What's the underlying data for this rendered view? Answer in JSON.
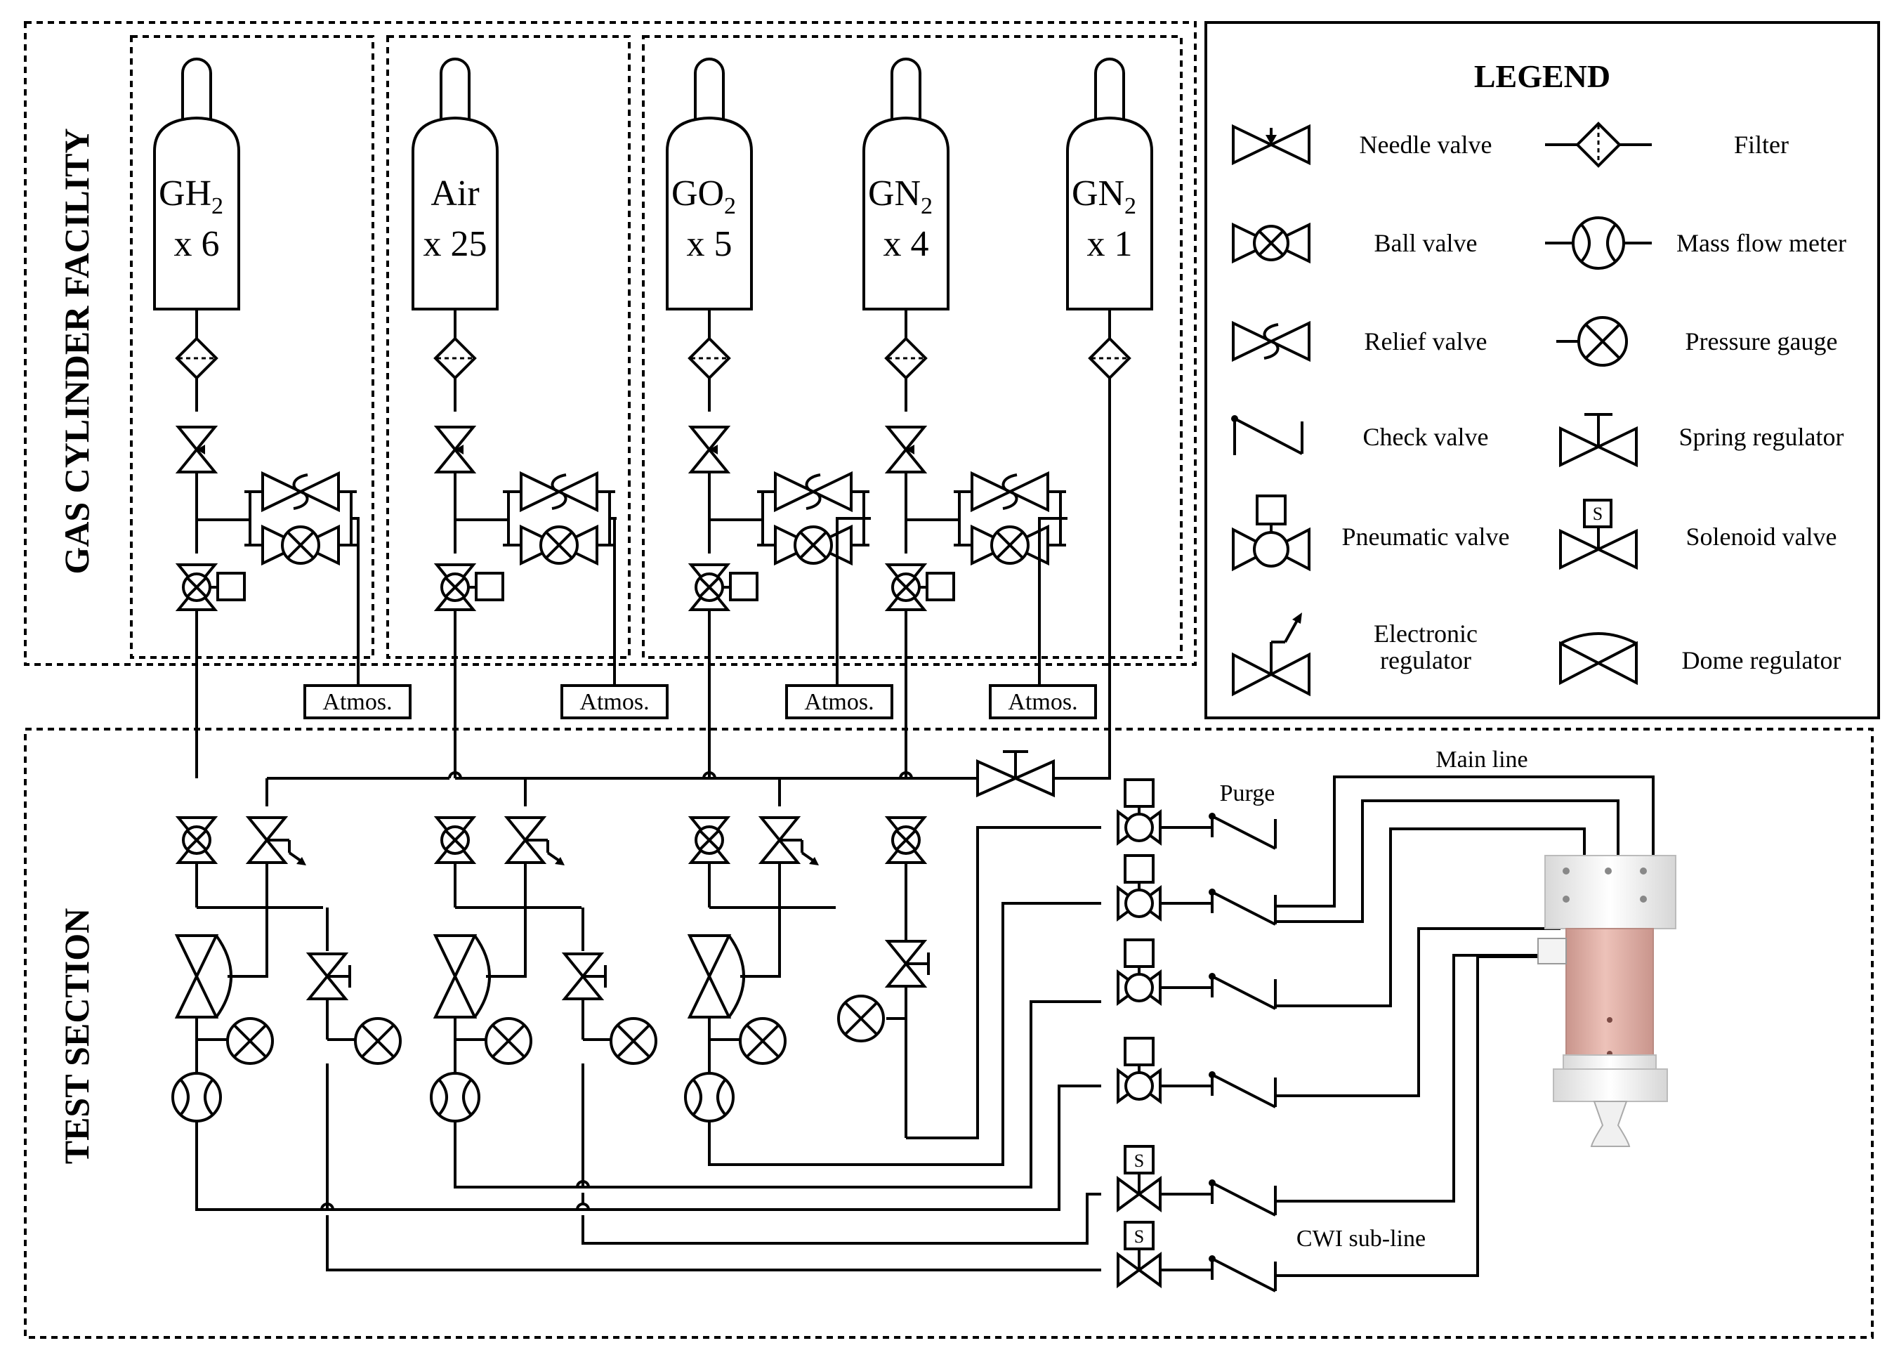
{
  "sections": {
    "gas_cylinder_facility": "GAS CYLINDER FACILITY",
    "test_section": "TEST SECTION"
  },
  "cylinders": [
    {
      "gas": "GH",
      "sub": "2",
      "count": "x 6"
    },
    {
      "gas": "Air",
      "sub": "",
      "count": "x 25"
    },
    {
      "gas": "GO",
      "sub": "2",
      "count": "x 5"
    },
    {
      "gas": "GN",
      "sub": "2",
      "count": "x 4"
    },
    {
      "gas": "GN",
      "sub": "2",
      "count": "x 1"
    }
  ],
  "atmos_label": "Atmos.",
  "lines": {
    "main_line": "Main line",
    "purge": "Purge",
    "cwi_sub_line": "CWI sub-line"
  },
  "legend": {
    "title": "LEGEND",
    "items": [
      {
        "label": "Needle valve",
        "icon": "needle-valve-icon"
      },
      {
        "label": "Filter",
        "icon": "filter-icon"
      },
      {
        "label": "Ball valve",
        "icon": "ball-valve-icon"
      },
      {
        "label": "Mass flow meter",
        "icon": "mass-flow-meter-icon"
      },
      {
        "label": "Relief valve",
        "icon": "relief-valve-icon"
      },
      {
        "label": "Pressure gauge",
        "icon": "pressure-gauge-icon"
      },
      {
        "label": "Check valve",
        "icon": "check-valve-icon"
      },
      {
        "label": "Spring regulator",
        "icon": "spring-regulator-icon"
      },
      {
        "label": "Pneumatic valve",
        "icon": "pneumatic-valve-icon"
      },
      {
        "label": "Solenoid valve",
        "icon": "solenoid-valve-icon"
      },
      {
        "label": "Electronic regulator",
        "icon": "electronic-regulator-icon"
      },
      {
        "label": "Dome regulator",
        "icon": "dome-regulator-icon"
      }
    ]
  },
  "solenoid_letter": "S",
  "colors": {
    "combustor_body": "#e8b7ae",
    "combustor_body_shade": "#c9958c",
    "combustor_flange": "#ececec",
    "line": "#000000"
  }
}
